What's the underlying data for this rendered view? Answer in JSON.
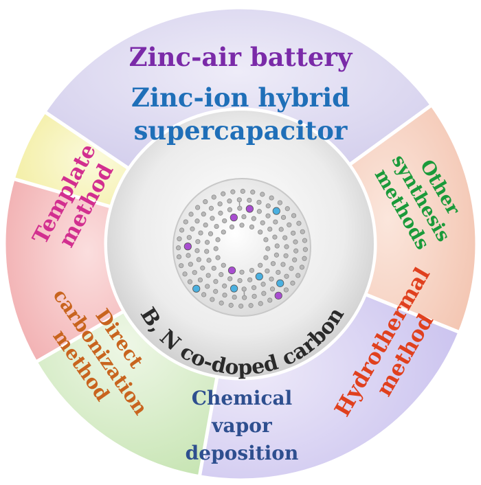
{
  "center": {
    "label": "B, N co-doped carbon",
    "image": "graphene-ring-molecule"
  },
  "segments": [
    {
      "key": "top",
      "lines": [
        {
          "text": "Zinc-air battery",
          "color": "#7a2aa8"
        },
        {
          "text": "Zinc-ion hybrid",
          "color": "#1f6fb8"
        },
        {
          "text": "supercapacitor",
          "color": "#1f6fb8"
        }
      ]
    },
    {
      "key": "upper-right",
      "color": "#1a9a3a",
      "lines": [
        "Other",
        "synthesis",
        "methods"
      ]
    },
    {
      "key": "lower-right",
      "color": "#e0401e",
      "lines": [
        "Hydrothermal",
        "method"
      ]
    },
    {
      "key": "bottom",
      "color": "#2e4f8f",
      "lines": [
        "Chemical",
        "vapor",
        "deposition"
      ]
    },
    {
      "key": "lower-left",
      "color": "#c8641e",
      "lines": [
        "Direct",
        "carbonization",
        "method"
      ]
    },
    {
      "key": "upper-left",
      "color": "#d22f8f",
      "lines": [
        "Template",
        "method"
      ]
    }
  ],
  "colors": {
    "top-fill": "#d9d5ee",
    "upper-right-fill": "#f7d6c6",
    "lower-right-fill": "#d9d3f0",
    "bottom-fill": "#d6ecc7",
    "lower-left-fill": "#f4c1c1",
    "upper-left-fill": "#f6f3b8",
    "boron-atom": "#a84dd0",
    "nitrogen-atom": "#4ab0e0",
    "carbon-atom": "#b8b8b8"
  }
}
